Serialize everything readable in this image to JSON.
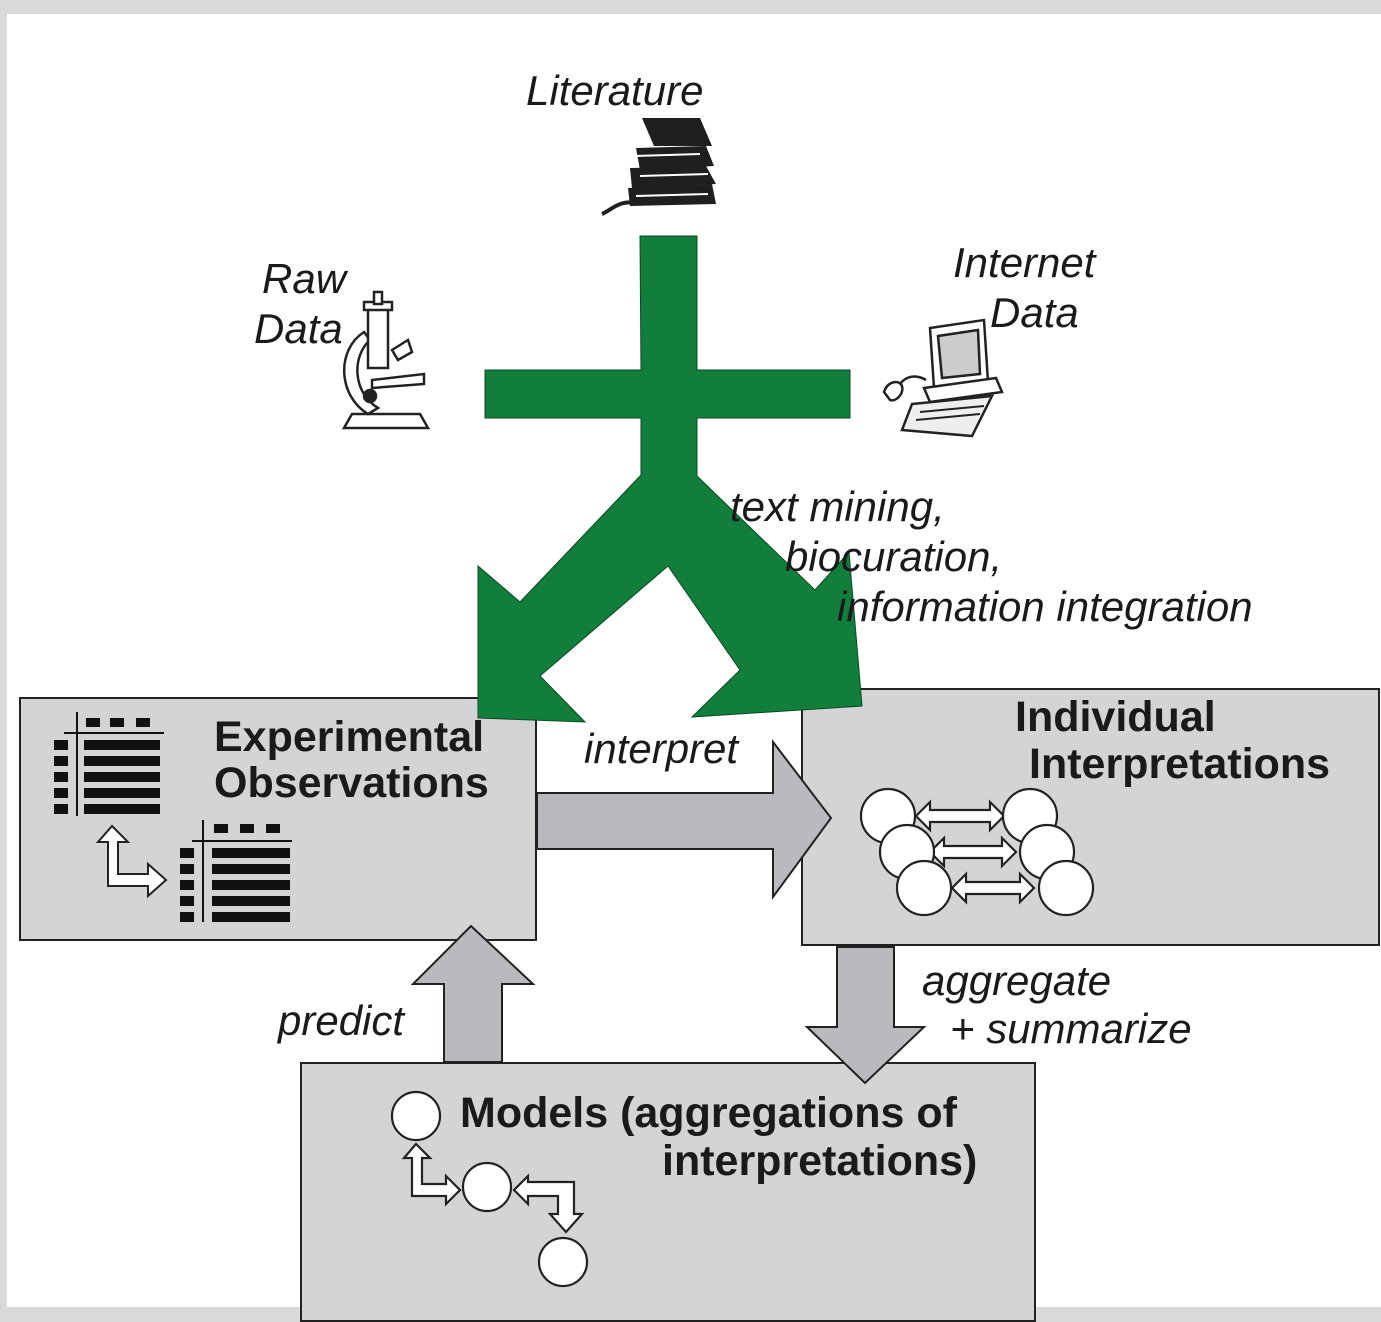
{
  "sources": {
    "literature": "Literature",
    "raw_data": [
      "Raw",
      "Data"
    ],
    "internet_data": [
      "Internet",
      "Data"
    ]
  },
  "process_label": [
    "text mining,",
    "biocuration,",
    "information integration"
  ],
  "boxes": {
    "experimental": [
      "Experimental",
      "Observations"
    ],
    "individual": [
      "Individual",
      "Interpretations"
    ],
    "models": [
      "Models (aggregations of",
      "interpretations)"
    ]
  },
  "arrows": {
    "interpret": "interpret",
    "aggregate": [
      "aggregate",
      "+ summarize"
    ],
    "predict": "predict"
  },
  "colors": {
    "flow_green": "#127e3c",
    "box_gray": "#d3d4d6",
    "arrow_gray": "#b9babd",
    "background": "#d9d9da"
  },
  "icons": [
    "books-icon",
    "microscope-icon",
    "computer-icon",
    "table-icon",
    "network-icon"
  ]
}
